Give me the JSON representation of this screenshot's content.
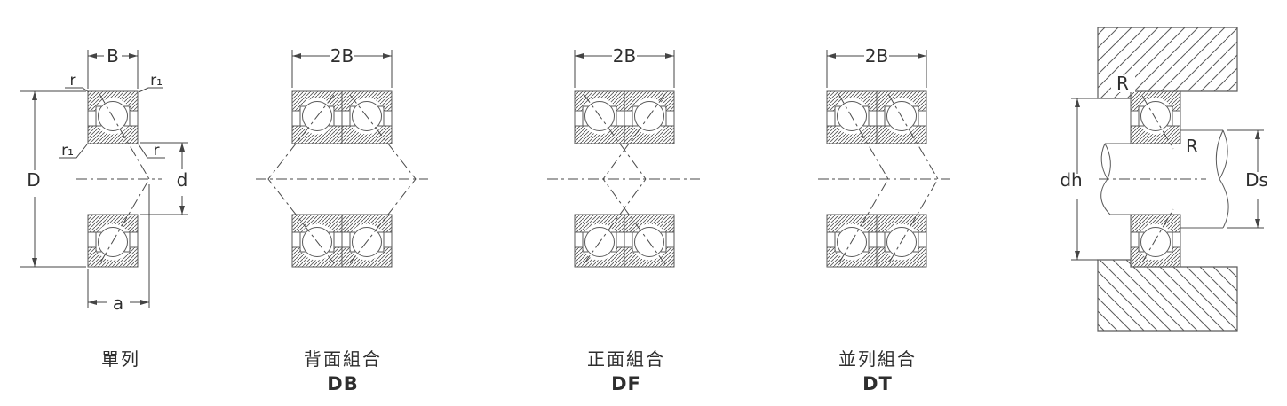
{
  "figures": {
    "single": {
      "caption": "單列",
      "dims": {
        "width": "B",
        "outer_diameter": "D",
        "bore_diameter": "d",
        "offset": "a",
        "r_top_left": "r",
        "r1_top_right": "r₁",
        "r1_bottom_left": "r₁",
        "r_bottom_right": "r"
      }
    },
    "back_to_back": {
      "caption": "背面組合",
      "code": "DB",
      "dims": {
        "width": "2B"
      }
    },
    "face_to_face": {
      "caption": "正面組合",
      "code": "DF",
      "dims": {
        "width": "2B"
      }
    },
    "tandem": {
      "caption": "並列組合",
      "code": "DT",
      "dims": {
        "width": "2B"
      }
    },
    "mounting": {
      "dims": {
        "housing_fillet": "R",
        "shaft_fillet": "R",
        "housing_shoulder_diameter": "dh",
        "shaft_shoulder_diameter": "Ds"
      }
    }
  },
  "colors": {
    "line": "#5a5a5a",
    "dimension": "#444444",
    "text": "#2e2e2e",
    "background": "#ffffff"
  }
}
